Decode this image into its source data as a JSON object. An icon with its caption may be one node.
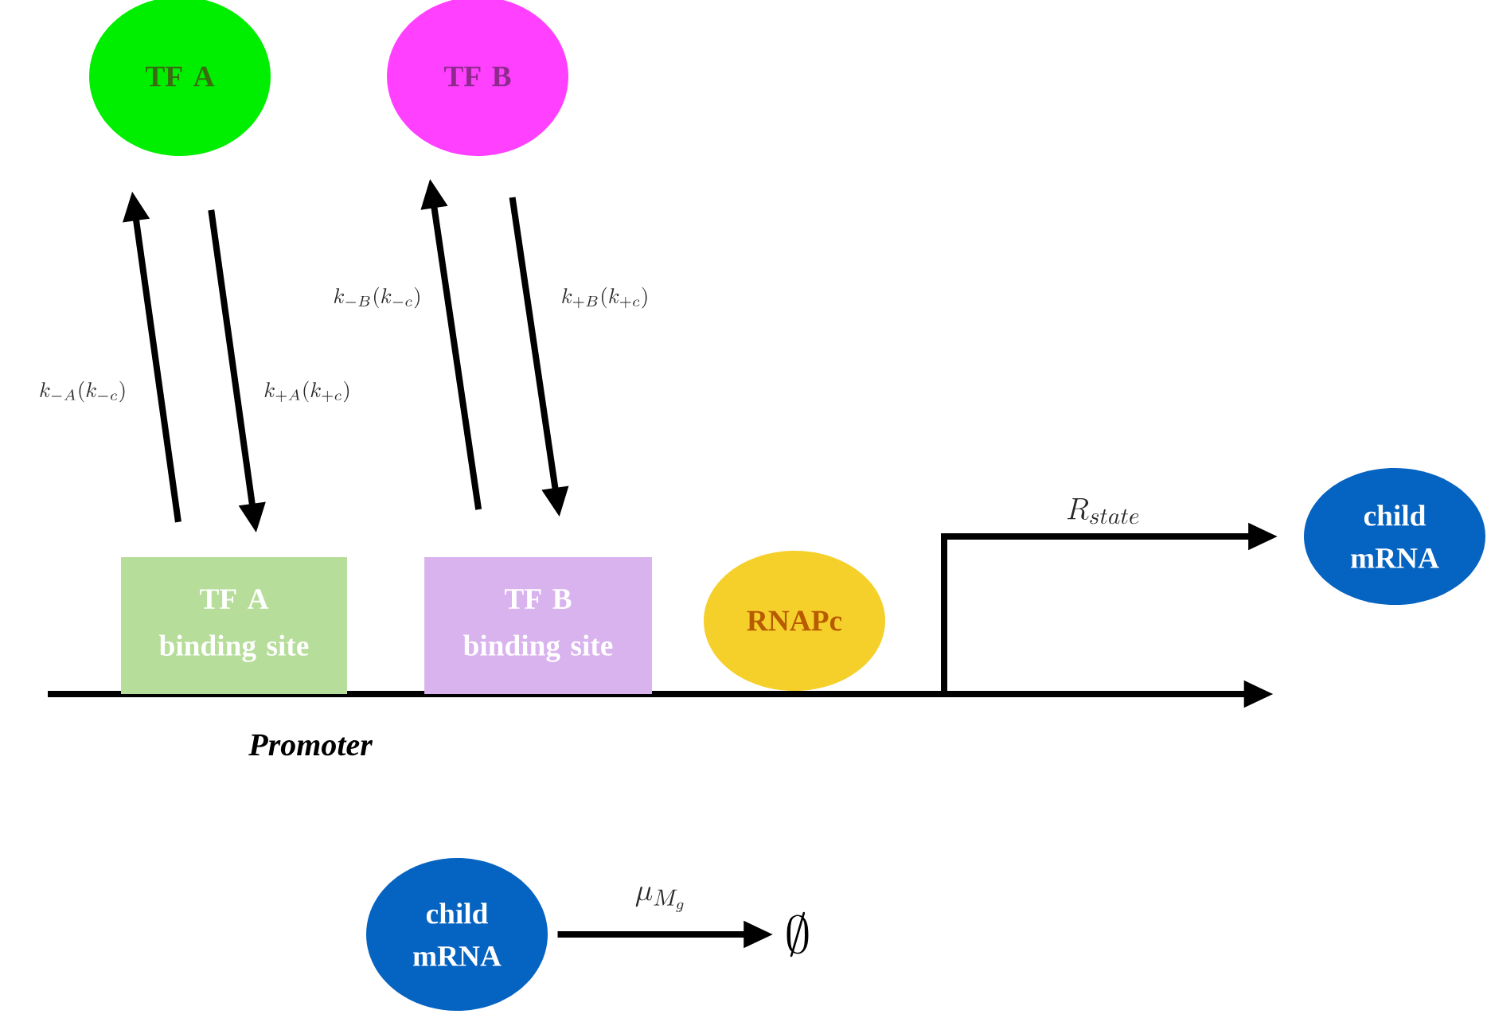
{
  "diagram": {
    "nodes": [
      {
        "text": [
          "TF A"
        ]
      },
      {
        "text": [
          "TF B"
        ]
      },
      {
        "text": [
          "TF A binding site"
        ]
      },
      {
        "text": [
          "TF B binding site"
        ]
      },
      {
        "text": [
          "RNAPc"
        ]
      },
      {
        "text": [
          "child mRNA"
        ]
      },
      {
        "text": [
          "child mRNA"
        ]
      },
      {
        "text": [
          "\\emptyset"
        ]
      }
    ],
    "edges": [
      {
        "from": 2,
        "to": 0,
        "arrow": "to",
        "label": "k_{-A}(k_{-c})"
      },
      {
        "from": 0,
        "to": 2,
        "arrow": "to",
        "label": "k_{+A}(k_{+c})"
      },
      {
        "from": 3,
        "to": 1,
        "arrow": "to",
        "label": "k_{-B}(k_{-c})"
      },
      {
        "from": 1,
        "to": 3,
        "arrow": "to",
        "label": "k_{+B}(k_{+c})"
      },
      {
        "from": null,
        "to": 5,
        "arrow": "to",
        "label": "R_{state}"
      },
      {
        "from": 6,
        "to": 7,
        "arrow": "to",
        "label": "\\mu_{M_g}"
      }
    ],
    "labels": [
      "Promoter"
    ]
  }
}
